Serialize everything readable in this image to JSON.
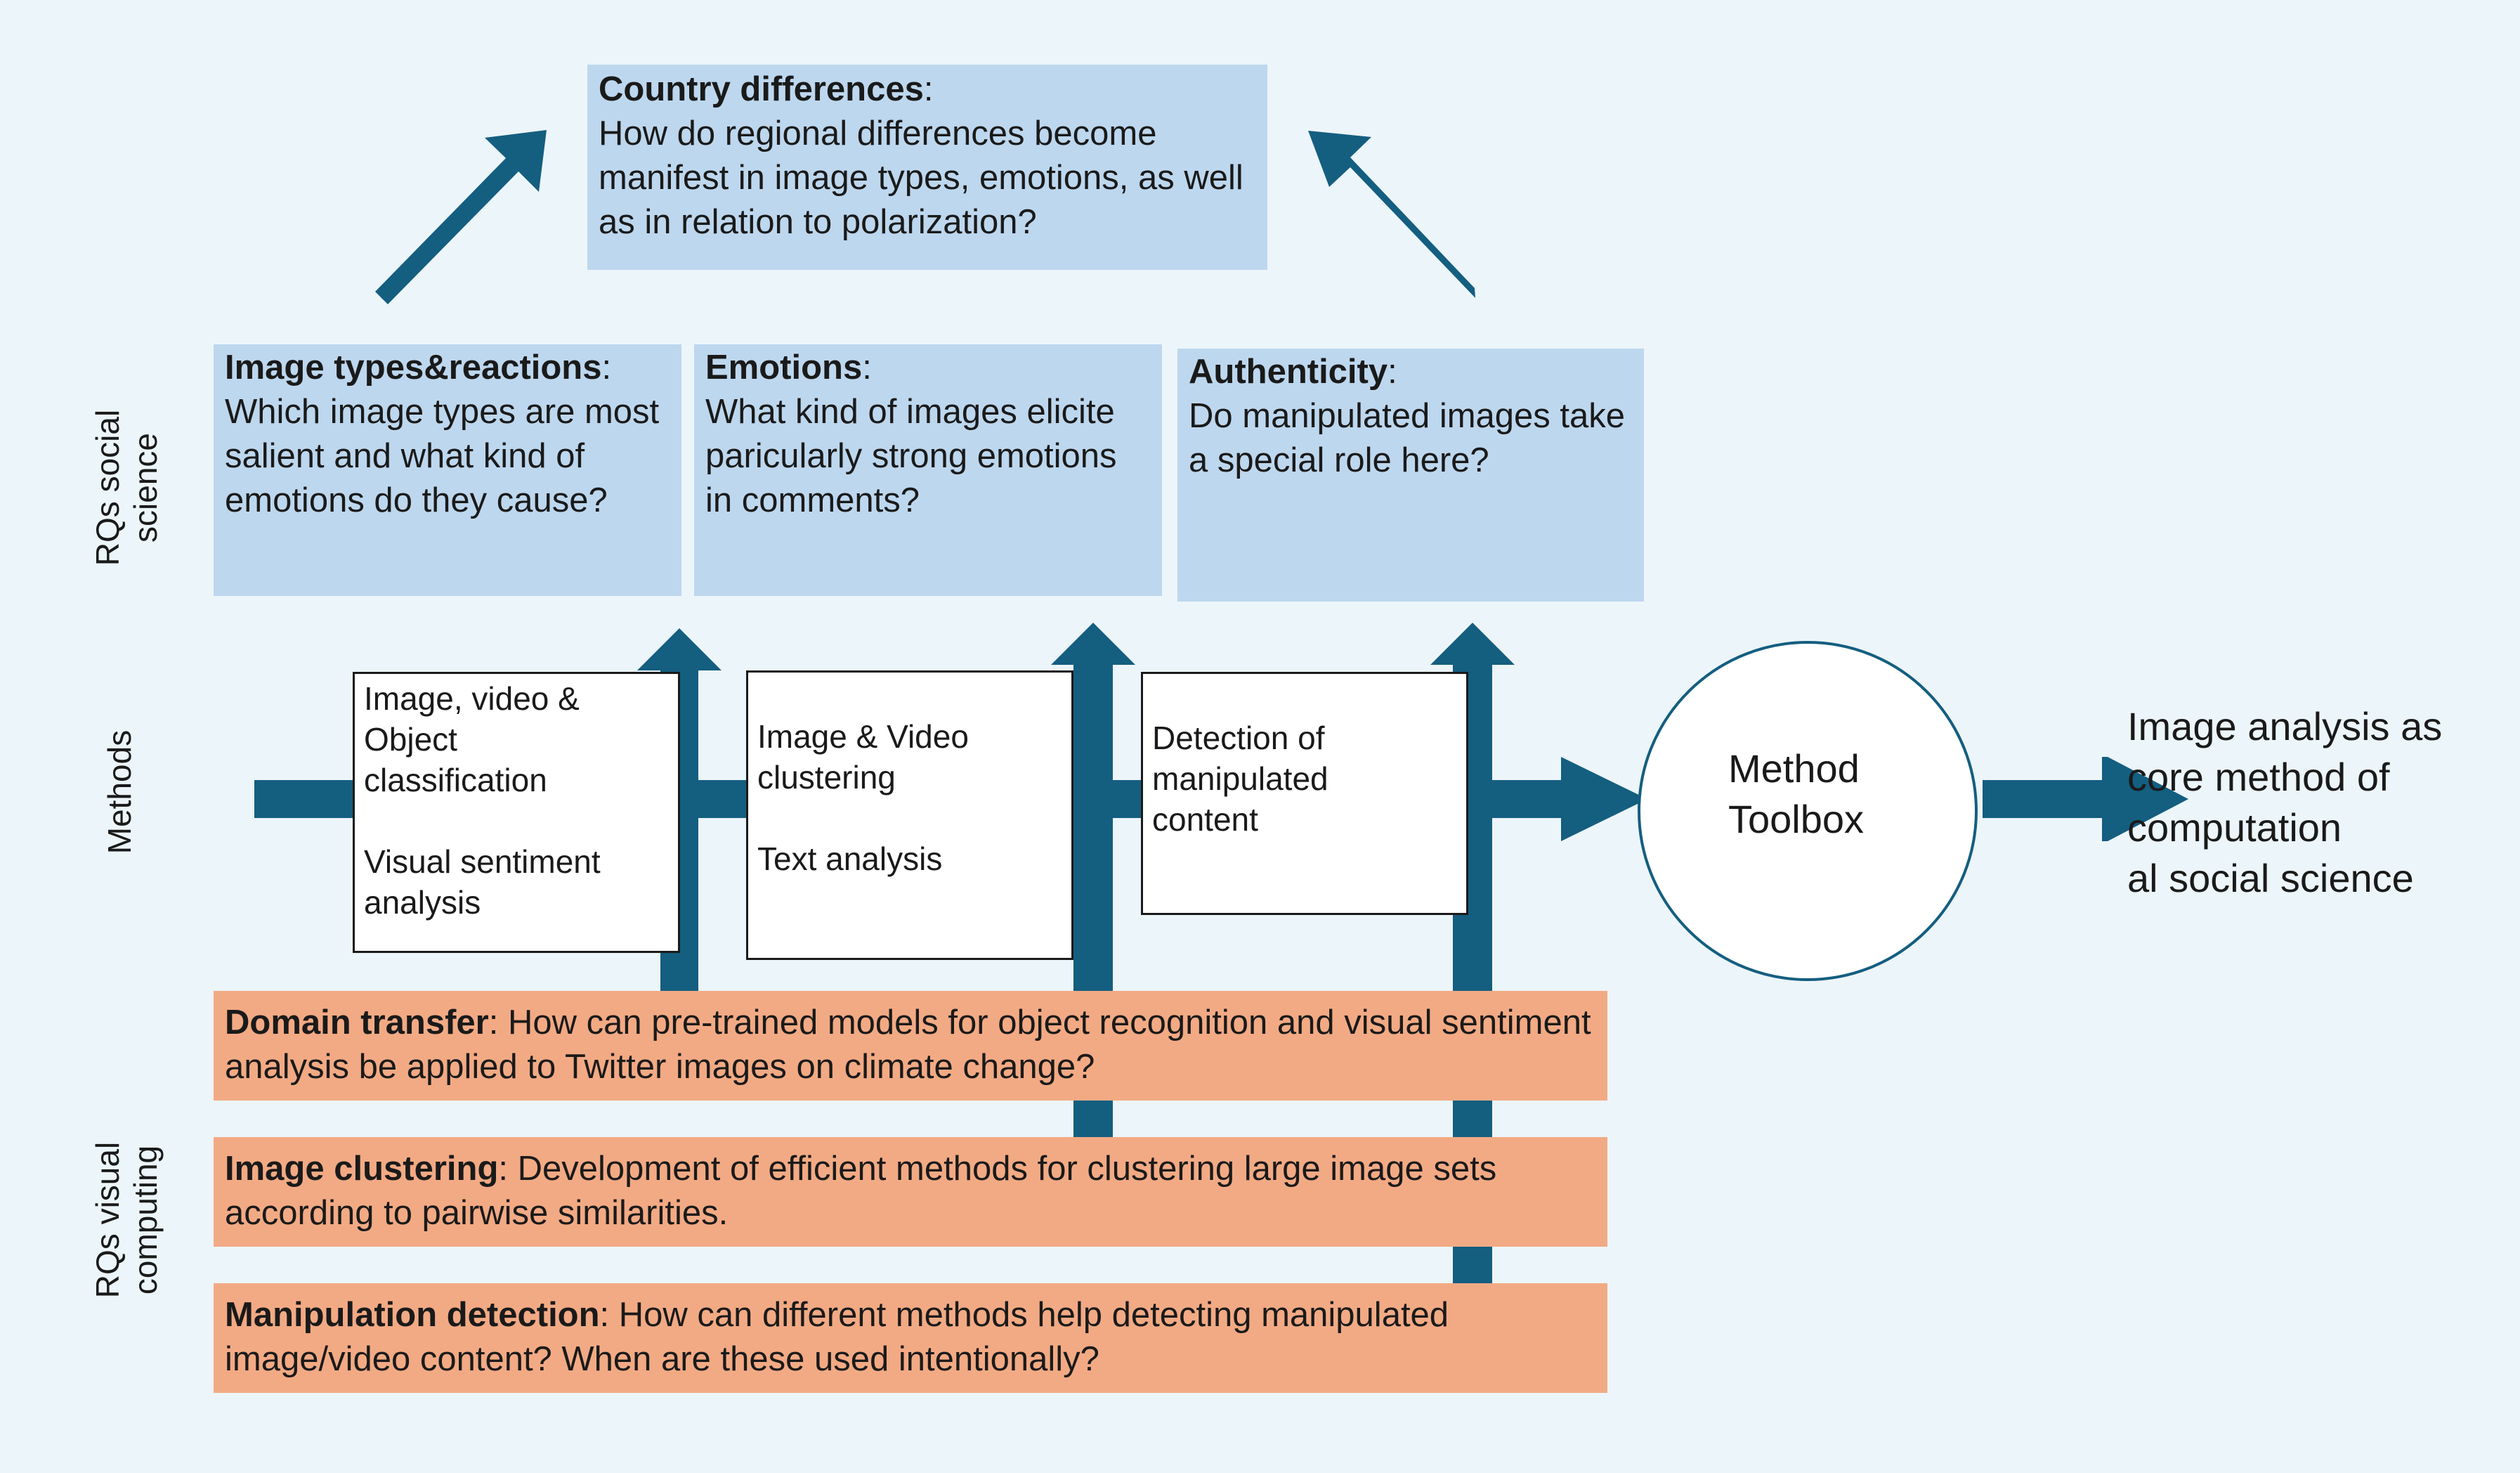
{
  "colors": {
    "background": "#ecf5f9",
    "arrow": "#145e80",
    "blue_box": "#bdd7ee",
    "orange_box": "#f2aa84"
  },
  "side_labels": {
    "rqs_social": "RQs social\nscience",
    "methods": "Methods",
    "rqs_visual": "RQs visual\ncomputing"
  },
  "country": {
    "title": "Country differences",
    "sep": ":",
    "text": "How do regional differences become manifest in image types, emotions, as well as in relation to polarization?"
  },
  "social": [
    {
      "title": "Image types&reactions",
      "sep": ":",
      "text": "Which image types are most salient and what kind of emotions do they cause?"
    },
    {
      "title": "Emotions",
      "sep": ":",
      "text": "What kind of images elicite paricularly strong emotions in comments?"
    },
    {
      "title": "Authenticity",
      "sep": ":",
      "text": "Do manipulated images take a special role here?"
    }
  ],
  "methods": [
    {
      "text": "Image, video &\nObject\nclassification\n\nVisual sentiment\nanalysis"
    },
    {
      "text": "Image & Video\nclustering\n\nText analysis"
    },
    {
      "text": "Detection of\nmanipulated\ncontent"
    }
  ],
  "toolbox": {
    "label": "Method\nToolbox"
  },
  "result": {
    "text": "Image analysis as\ncore method of\ncomputation\nal social science"
  },
  "visual": [
    {
      "title": "Domain transfer",
      "text": ": How can pre-trained models for object recognition and visual sentiment analysis be applied to Twitter images on climate change?"
    },
    {
      "title": "Image clustering",
      "text": ": Development of efficient methods for clustering large image sets according to pairwise similarities."
    },
    {
      "title": "Manipulation detection",
      "text": ": How can different methods help detecting manipulated image/video content? When are these used intentionally?"
    }
  ]
}
